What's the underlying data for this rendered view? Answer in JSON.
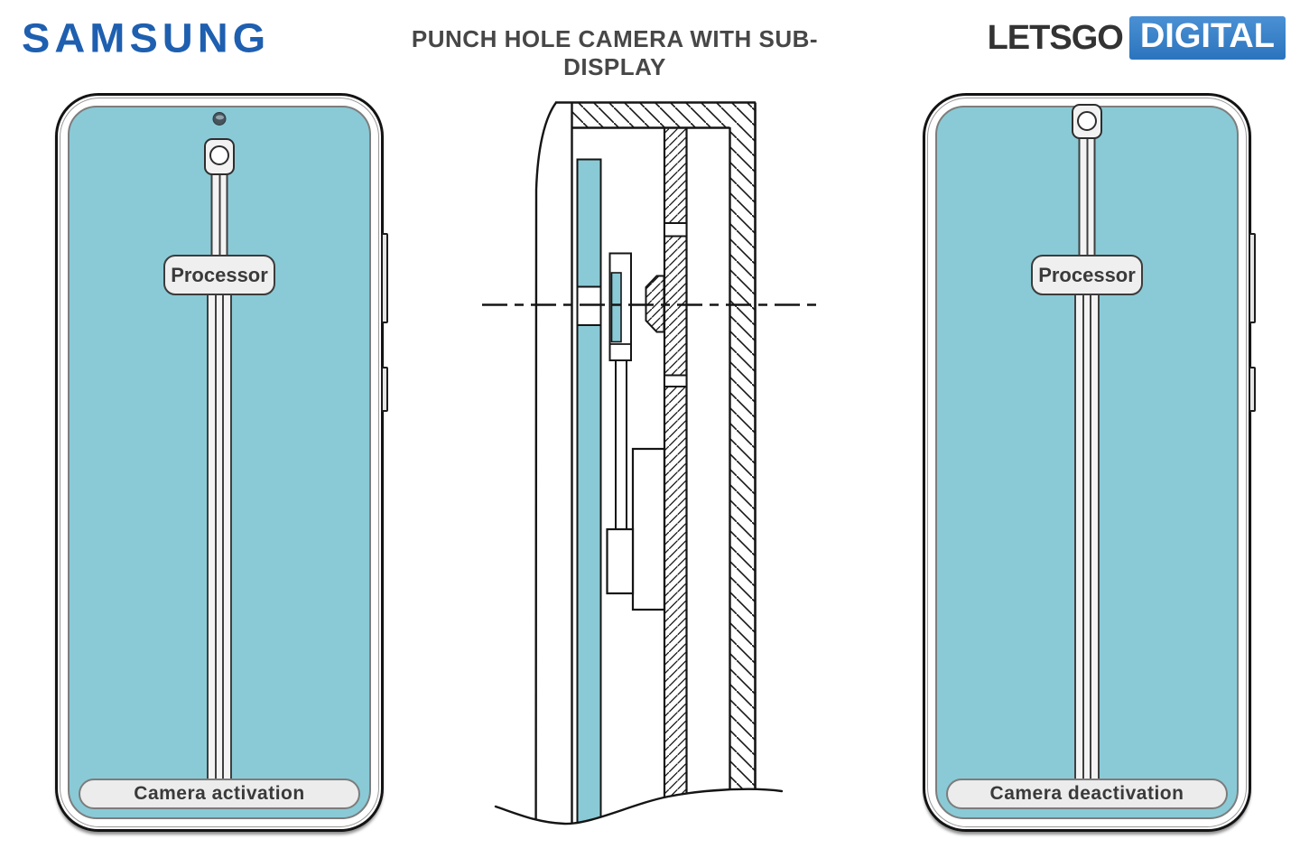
{
  "header": {
    "brand": "SAMSUNG",
    "title": "PUNCH HOLE CAMERA WITH SUB-DISPLAY",
    "site_logo": {
      "part1": "LETSGO",
      "part2": "DIGITAL"
    }
  },
  "left_phone": {
    "processor_label": "Processor",
    "bottom_label": "Camera activation"
  },
  "right_phone": {
    "processor_label": "Processor",
    "bottom_label": "Camera deactivation"
  },
  "colors": {
    "samsung_blue": "#1E5FB0",
    "logo_badge_blue": "#2E7CC4",
    "title_gray": "#474747",
    "display_teal": "#8ACAD6",
    "component_fill": "#EFEFEF",
    "outline_dark": "#141414"
  }
}
